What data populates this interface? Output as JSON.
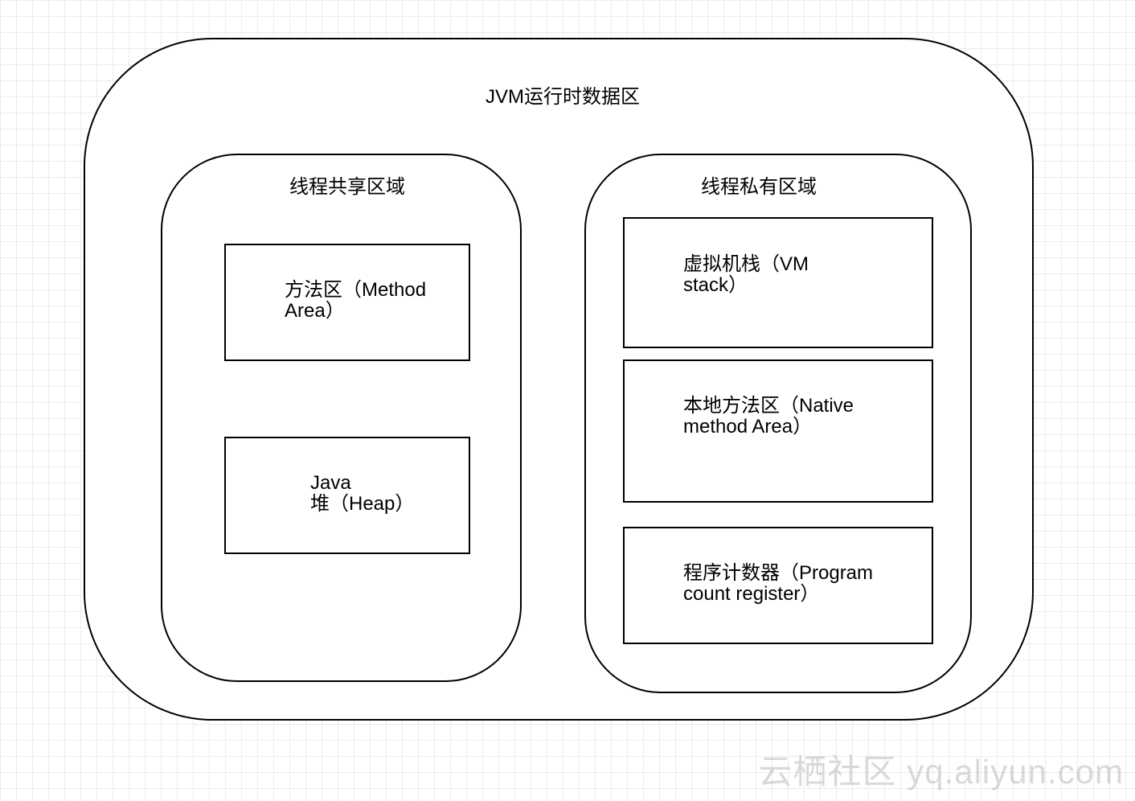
{
  "diagram": {
    "outer_title": "JVM运行时数据区",
    "shared_region": {
      "title": "线程共享区域",
      "method_area": "方法区（Method\nArea）",
      "heap": "Java\n堆（Heap）"
    },
    "private_region": {
      "title": "线程私有区域",
      "vm_stack": "虚拟机栈（VM\nstack）",
      "native_method_area": "本地方法区（Native\nmethod Area）",
      "program_counter": "程序计数器（Program\ncount register）"
    }
  },
  "watermark": "云栖社区 yq.aliyun.com"
}
